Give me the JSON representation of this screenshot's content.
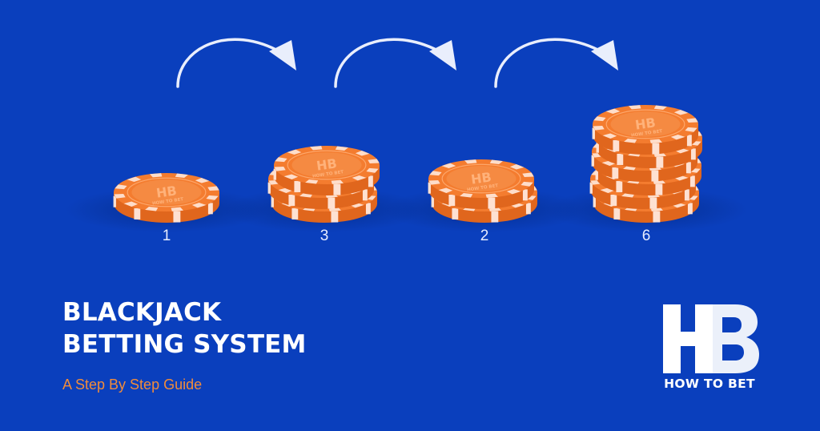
{
  "steps": [
    {
      "label": "1",
      "chips": 1
    },
    {
      "label": "3",
      "chips": 3
    },
    {
      "label": "2",
      "chips": 2
    },
    {
      "label": "6",
      "chips": 6
    }
  ],
  "chip": {
    "face_text": "HB",
    "ring_text": "HOW TO BET"
  },
  "heading": {
    "line1": "BLACKJACK",
    "line2": "BETTING SYSTEM"
  },
  "subtitle": "A Step By Step Guide",
  "brand": {
    "logo_letters": "HB",
    "name": "HOW TO BET"
  },
  "colors": {
    "background": "#0a3fbd",
    "chip_orange": "#f47c2f",
    "chip_orange_dark": "#e0661d",
    "chip_stripe": "#ffe8dc",
    "subtitle_accent": "#f28c3a",
    "text": "#ffffff",
    "arrow": "#e9eefc"
  }
}
